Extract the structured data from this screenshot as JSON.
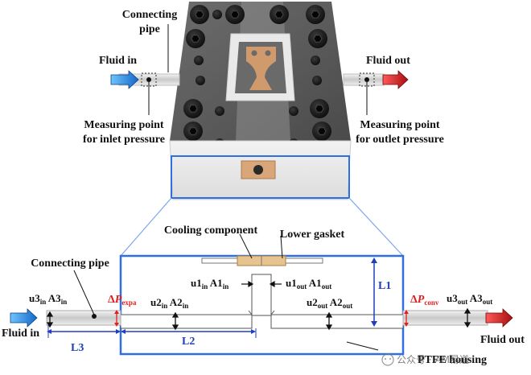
{
  "top": {
    "connecting_pipe_line1": "Connecting",
    "connecting_pipe_line2": "pipe",
    "fluid_in": "Fluid in",
    "fluid_out": "Fluid out",
    "inlet_label_line1": "Measuring point",
    "inlet_label_line2": "for inlet pressure",
    "outlet_label_line1": "Measuring point",
    "outlet_label_line2": "for outlet pressure"
  },
  "bottom": {
    "cooling_component": "Cooling component",
    "lower_gasket": "Lower gasket",
    "connecting_pipe": "Connecting pipe",
    "fluid_in": "Fluid in",
    "fluid_out": "Fluid out",
    "ptfe_housing": "PTFE housing",
    "L1": "L1",
    "L2": "L2",
    "L3": "L3",
    "u3": "u3",
    "A3": "A3",
    "u2": "u2",
    "A2": "A2",
    "u1": "u1",
    "A1": "A1",
    "sub_in": "in",
    "sub_out": "out",
    "delta": "Δ",
    "P": "P",
    "sub_expa": "expa",
    "sub_conv": "conv"
  },
  "watermark": "公众号 · AM易道",
  "colors": {
    "arrow_in": "#1e8ce0",
    "arrow_out": "#d42020",
    "housing_border": "#2f6fe0",
    "dimension": "#1f3fbf",
    "delta_p": "#e02020"
  }
}
